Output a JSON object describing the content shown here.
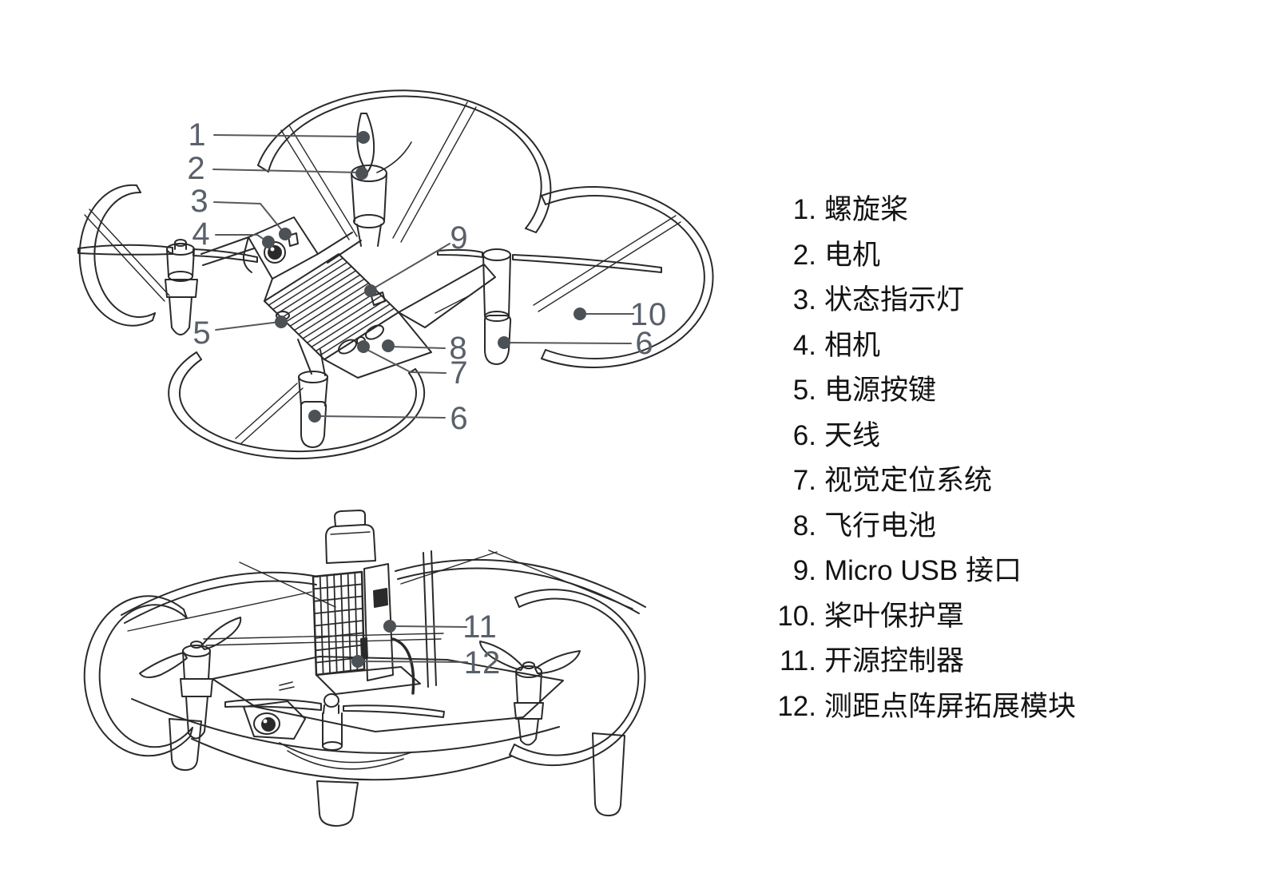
{
  "figure": {
    "description_top_view": "drone-top-perspective-view",
    "description_bottom_view": "drone-with-expansion-module-view"
  },
  "callouts": {
    "top_view": {
      "c1": "1",
      "c2": "2",
      "c3": "3",
      "c4": "4",
      "c5": "5",
      "c6_bottom": "6",
      "c6_right": "6",
      "c7": "7",
      "c8": "8",
      "c9": "9",
      "c10": "10"
    },
    "bottom_view": {
      "c11": "11",
      "c12": "12"
    }
  },
  "legend": {
    "items": [
      {
        "num": "1.",
        "label": "螺旋桨"
      },
      {
        "num": "2.",
        "label": "电机"
      },
      {
        "num": "3.",
        "label": "状态指示灯"
      },
      {
        "num": "4.",
        "label": "相机"
      },
      {
        "num": "5.",
        "label": "电源按键"
      },
      {
        "num": "6.",
        "label": "天线"
      },
      {
        "num": "7.",
        "label": "视觉定位系统"
      },
      {
        "num": "8.",
        "label": "飞行电池"
      },
      {
        "num": "9.",
        "label": "Micro USB 接口"
      },
      {
        "num": "10.",
        "label": "桨叶保护罩"
      },
      {
        "num": "11.",
        "label": "开源控制器"
      },
      {
        "num": "12.",
        "label": "测距点阵屏拓展模块"
      }
    ]
  },
  "colors": {
    "background": "#ffffff",
    "line_art_ink": "#2a2a2a",
    "leader_line": "#55585d",
    "callout_dot": "#4c5156",
    "callout_number": "#59606a",
    "legend_text": "#131313"
  }
}
